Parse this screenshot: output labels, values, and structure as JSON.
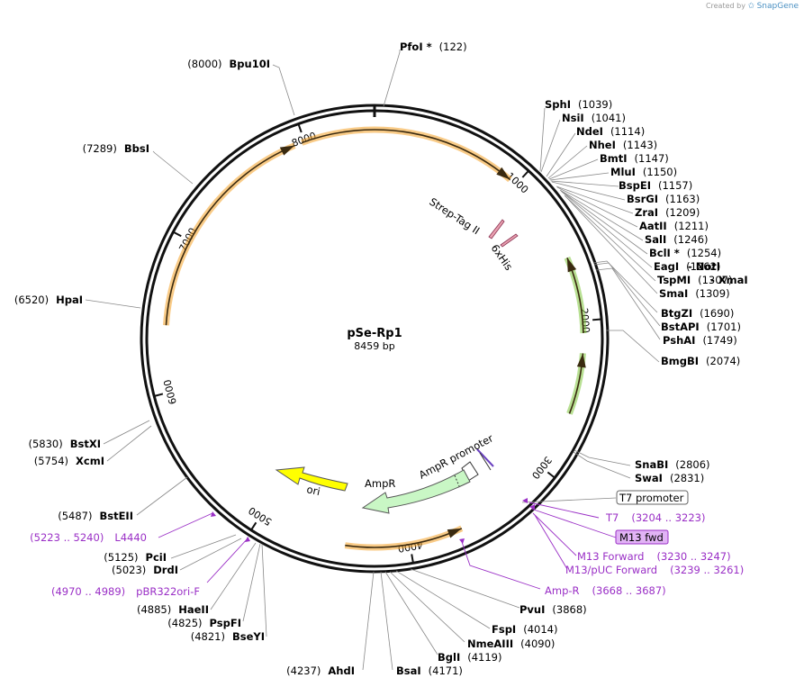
{
  "credit": {
    "prefix": "Created by",
    "brand": "SnapGene"
  },
  "plasmid": {
    "name": "pSe-Rp1",
    "size_label": "8459 bp",
    "length": 8459
  },
  "ticks": [
    {
      "pos": 1000,
      "label": "1000"
    },
    {
      "pos": 2000,
      "label": "2000"
    },
    {
      "pos": 3000,
      "label": "3000"
    },
    {
      "pos": 4000,
      "label": "4000"
    },
    {
      "pos": 5000,
      "label": "5000"
    },
    {
      "pos": 6000,
      "label": "6000"
    },
    {
      "pos": 7000,
      "label": "7000"
    },
    {
      "pos": 8000,
      "label": "8000"
    }
  ],
  "features": [
    {
      "name": "orf-top",
      "label": "",
      "start": 7980,
      "end": 950,
      "direction": "cw",
      "color": "#f4a024"
    },
    {
      "name": "orf-left",
      "label": "",
      "start": 6430,
      "end": 7930,
      "direction": "cw",
      "color": "#f4a024"
    },
    {
      "name": "orf-bottom",
      "label": "",
      "start": 3650,
      "end": 4420,
      "direction": "ccw",
      "color": "#f4a024"
    },
    {
      "name": "green-upper",
      "label": "",
      "start": 1580,
      "end": 2080,
      "direction": "ccw",
      "color": "#7ec63a"
    },
    {
      "name": "green-lower",
      "label": "",
      "start": 2210,
      "end": 2610,
      "direction": "ccw",
      "color": "#7ec63a"
    }
  ],
  "inner_labels": [
    {
      "text": "Strep-Tag II"
    },
    {
      "text": "6xHis"
    },
    {
      "text": "AmpR promoter"
    },
    {
      "text": "AmpR"
    },
    {
      "text": "ori"
    },
    {
      "text": "T7 promoter"
    },
    {
      "text": "M13 fwd"
    }
  ],
  "sites": [
    {
      "name": "PfoI *",
      "pos": "(122)"
    },
    {
      "name": "Bpu10I",
      "pos": "(8000)"
    },
    {
      "name": "BbsI",
      "pos": "(7289)"
    },
    {
      "name": "HpaI",
      "pos": "(6520)"
    },
    {
      "name": "BstXI",
      "pos": "(5830)"
    },
    {
      "name": "XcmI",
      "pos": "(5754)"
    },
    {
      "name": "BstEII",
      "pos": "(5487)"
    },
    {
      "name": "PciI",
      "pos": "(5125)"
    },
    {
      "name": "DrdI",
      "pos": "(5023)"
    },
    {
      "name": "HaeII",
      "pos": "(4885)"
    },
    {
      "name": "PspFI",
      "pos": "(4825)"
    },
    {
      "name": "BseYI",
      "pos": "(4821)"
    },
    {
      "name": "AhdI",
      "pos": "(4237)"
    },
    {
      "name": "BsaI",
      "pos": "(4171)"
    },
    {
      "name": "BglI",
      "pos": "(4119)"
    },
    {
      "name": "NmeAIII",
      "pos": "(4090)"
    },
    {
      "name": "FspI",
      "pos": "(4014)"
    },
    {
      "name": "PvuI",
      "pos": "(3868)"
    },
    {
      "name": "SphI",
      "pos": "(1039)"
    },
    {
      "name": "NsiI",
      "pos": "(1041)"
    },
    {
      "name": "NdeI",
      "pos": "(1114)"
    },
    {
      "name": "NheI",
      "pos": "(1143)"
    },
    {
      "name": "BmtI",
      "pos": "(1147)"
    },
    {
      "name": "MluI",
      "pos": "(1150)"
    },
    {
      "name": "BspEI",
      "pos": "(1157)"
    },
    {
      "name": "BsrGI",
      "pos": "(1163)"
    },
    {
      "name": "ZraI",
      "pos": "(1209)"
    },
    {
      "name": "AatII",
      "pos": "(1211)"
    },
    {
      "name": "SalI",
      "pos": "(1246)"
    },
    {
      "name": "BclI *",
      "pos": "(1254)"
    },
    {
      "name": "EagI",
      "pos": "(1262)"
    },
    {
      "name": "NotI",
      "pos": ""
    },
    {
      "name": "TspMI",
      "pos": "(1307)"
    },
    {
      "name": "XmaI",
      "pos": ""
    },
    {
      "name": "SmaI",
      "pos": "(1309)"
    },
    {
      "name": "BtgZI",
      "pos": "(1690)"
    },
    {
      "name": "BstAPI",
      "pos": "(1701)"
    },
    {
      "name": "PshAI",
      "pos": "(1749)"
    },
    {
      "name": "BmgBI",
      "pos": "(2074)"
    },
    {
      "name": "SnaBI",
      "pos": "(2806)"
    },
    {
      "name": "SwaI",
      "pos": "(2831)"
    }
  ],
  "primers": [
    {
      "name": "T7",
      "range": "(3204 .. 3223)"
    },
    {
      "name": "M13 Forward",
      "range": "(3230 .. 3247)"
    },
    {
      "name": "M13/pUC Forward",
      "range": "(3239 .. 3261)"
    },
    {
      "name": "Amp-R",
      "range": "(3668 .. 3687)"
    },
    {
      "name": "L4440",
      "range": "(5223 .. 5240)"
    },
    {
      "name": "pBR322ori-F",
      "range": "(4970 .. 4989)"
    }
  ],
  "colors": {
    "primer": "#9a2fc6",
    "orf": "#f4a024",
    "green": "#7ec63a",
    "ampr": "#c9f7c5",
    "ori": "#ffff00",
    "highlight": "#e1b3f5"
  }
}
